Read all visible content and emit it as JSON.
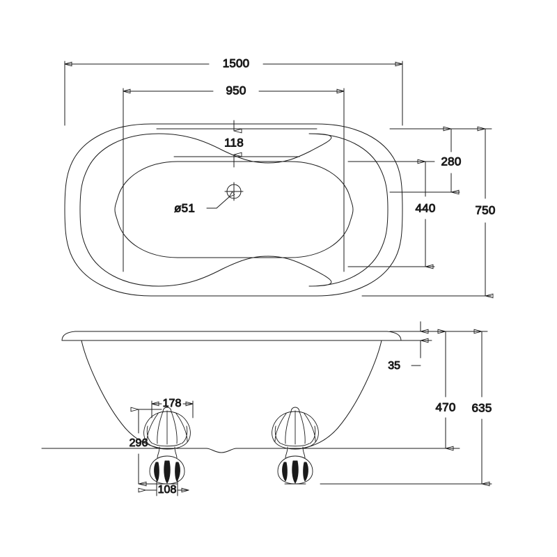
{
  "document": {
    "type": "technical-drawing",
    "subject": "Freestanding clawfoot bathtub",
    "units": "mm",
    "line_color": "#1a1a1a",
    "background_color": "#ffffff",
    "views": [
      "plan-view",
      "side-elevation"
    ]
  },
  "plan_view": {
    "name": "Top / plan view of bathtub",
    "dimensions": {
      "overall_length": "1500",
      "inner_length": "950",
      "rim_to_inner_edge": "118",
      "drain_diameter": "ø51",
      "inner_offset_top": "280",
      "inner_width": "440",
      "overall_width": "750"
    }
  },
  "elevation_view": {
    "name": "Side elevation of bathtub with claw feet",
    "dimensions": {
      "rim_thickness": "35",
      "foot_height": "296",
      "tub_body_height": "470",
      "overall_height": "635",
      "foot_top_width": "178",
      "foot_base_width": "108"
    }
  },
  "labels": {
    "d1500": "1500",
    "d950": "950",
    "d118": "118",
    "d51": "ø51",
    "d280": "280",
    "d440": "440",
    "d750": "750",
    "d35": "35",
    "d470": "470",
    "d635": "635",
    "d296": "296",
    "d178": "178",
    "d108": "108"
  }
}
